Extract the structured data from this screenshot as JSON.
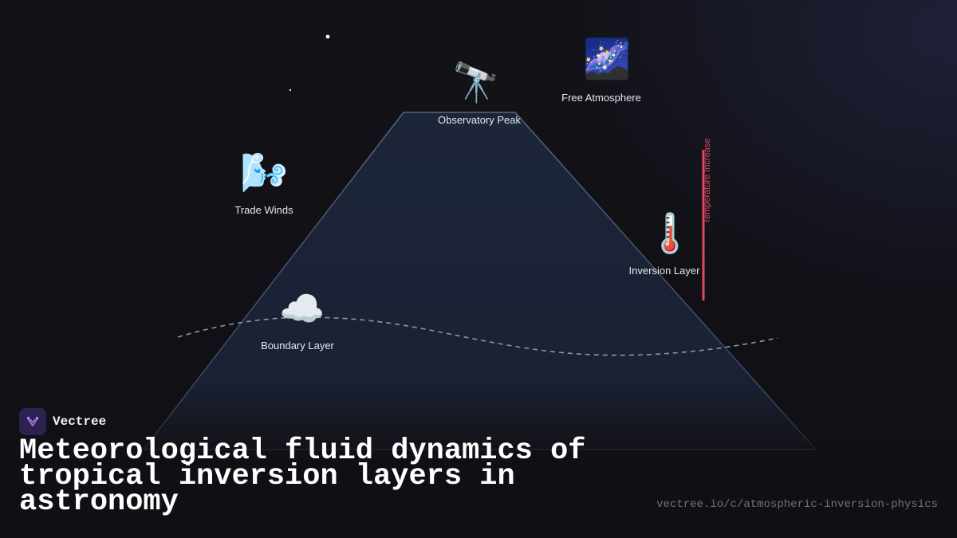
{
  "diagram": {
    "nodes": {
      "free_atmosphere": {
        "label": "Free Atmosphere",
        "icon": "milky-way-icon",
        "glyph": "🌌"
      },
      "observatory_peak": {
        "label": "Observatory Peak",
        "icon": "telescope-icon",
        "glyph": "🔭"
      },
      "trade_winds": {
        "label": "Trade Winds",
        "icon": "wind-face-icon",
        "glyph": "🌬️"
      },
      "inversion_layer": {
        "label": "Inversion Layer",
        "icon": "thermometer-icon",
        "glyph": "🌡️"
      },
      "boundary_layer": {
        "label": "Boundary Layer",
        "icon": "cloud-icon",
        "glyph": "☁️"
      }
    },
    "temperature_axis_label": "Temperature Increase",
    "colors": {
      "mountain_fill": "#1c2438",
      "mountain_stroke": "#4a5a78",
      "boundary_line": "#8a96aa",
      "temperature_bar": "#e0485e"
    }
  },
  "brand": {
    "name": "Vectree",
    "logo_color": "#a66ae8"
  },
  "title": "Meteorological fluid dynamics of tropical inversion layers in astronomy",
  "url": "vectree.io/c/atmospheric-inversion-physics"
}
